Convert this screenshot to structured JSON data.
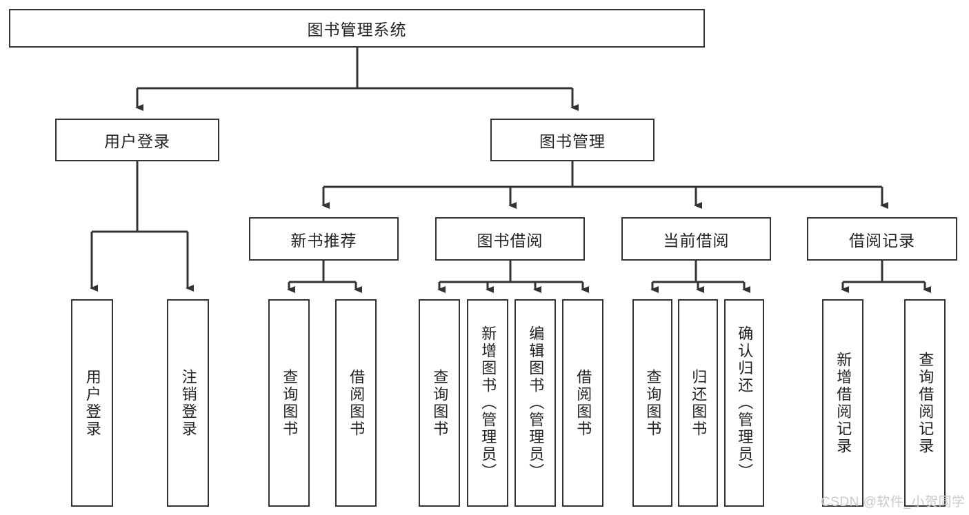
{
  "diagram": {
    "title": "图书管理系统",
    "type": "hierarchy-tree",
    "watermark": "CSDN @软件_小贺同学",
    "colors": {
      "stroke": "#333333",
      "fill": "#ffffff",
      "text": "#222222",
      "watermark": "#c9c9c9"
    },
    "nodes": {
      "root": {
        "label": "图书管理系统"
      },
      "level1": [
        {
          "id": "user-login",
          "label": "用户登录"
        },
        {
          "id": "book-manage",
          "label": "图书管理"
        }
      ],
      "level2": [
        {
          "id": "new-book-recommend",
          "label": "新书推荐"
        },
        {
          "id": "book-borrow",
          "label": "图书借阅"
        },
        {
          "id": "current-borrow",
          "label": "当前借阅"
        },
        {
          "id": "borrow-record",
          "label": "借阅记录"
        }
      ],
      "leaves": [
        {
          "id": "leaf-user-login",
          "label": "用户登录",
          "parent": "user-login"
        },
        {
          "id": "leaf-logout",
          "label": "注销登录",
          "parent": "user-login"
        },
        {
          "id": "leaf-query-book-1",
          "label": "查询图书",
          "parent": "new-book-recommend"
        },
        {
          "id": "leaf-borrow-book-1",
          "label": "借阅图书",
          "parent": "new-book-recommend"
        },
        {
          "id": "leaf-query-book-2",
          "label": "查询图书",
          "parent": "book-borrow"
        },
        {
          "id": "leaf-add-book",
          "label": "新增图书（管理员）",
          "parent": "book-borrow"
        },
        {
          "id": "leaf-edit-book",
          "label": "编辑图书（管理员）",
          "parent": "book-borrow"
        },
        {
          "id": "leaf-borrow-book-2",
          "label": "借阅图书",
          "parent": "book-borrow"
        },
        {
          "id": "leaf-query-book-3",
          "label": "查询图书",
          "parent": "current-borrow"
        },
        {
          "id": "leaf-return-book",
          "label": "归还图书",
          "parent": "current-borrow"
        },
        {
          "id": "leaf-confirm-return",
          "label": "确认归还（管理员）",
          "parent": "current-borrow"
        },
        {
          "id": "leaf-add-record",
          "label": "新增借阅记录",
          "parent": "borrow-record"
        },
        {
          "id": "leaf-query-record",
          "label": "查询借阅记录",
          "parent": "borrow-record"
        }
      ]
    }
  }
}
